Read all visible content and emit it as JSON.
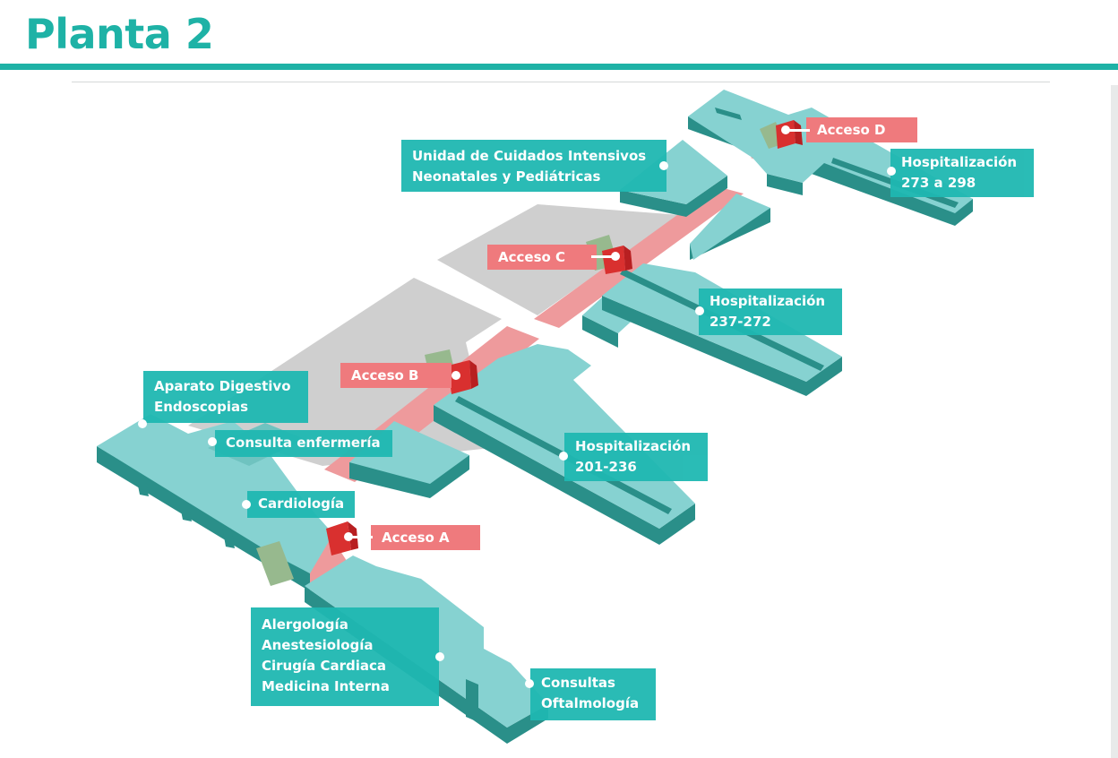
{
  "title": "Planta 2",
  "colors": {
    "accent": "#1eb2a6",
    "label_teal": "#1fb8b2",
    "label_red": "#ef7a7d",
    "building_top": "#86d2d1",
    "building_side": "#2a8f89",
    "corridor": "#ee9a9c",
    "courtyard": "#cfcfcf",
    "access_block": "#d9302f",
    "stairs": "#97b98e"
  },
  "labels": {
    "ucin": [
      "Unidad de Cuidados Intensivos",
      "Neonatales y Pediátricas"
    ],
    "acceso_d": "Acceso D",
    "hosp_273": [
      "Hospitalización",
      "273 a 298"
    ],
    "acceso_c": "Acceso C",
    "hosp_237": [
      "Hospitalización",
      "237-272"
    ],
    "acceso_b": "Acceso B",
    "aparato": [
      "Aparato Digestivo",
      "Endoscopias"
    ],
    "consulta_enf": "Consulta enfermería",
    "hosp_201": [
      "Hospitalización",
      "201-236"
    ],
    "cardiologia": "Cardiología",
    "acceso_a": "Acceso A",
    "alergologia": [
      "Alergología",
      "Anestesiología",
      "Cirugía Cardiaca",
      "Medicina Interna"
    ],
    "consultas_oft": [
      "Consultas",
      "Oftalmología"
    ]
  }
}
